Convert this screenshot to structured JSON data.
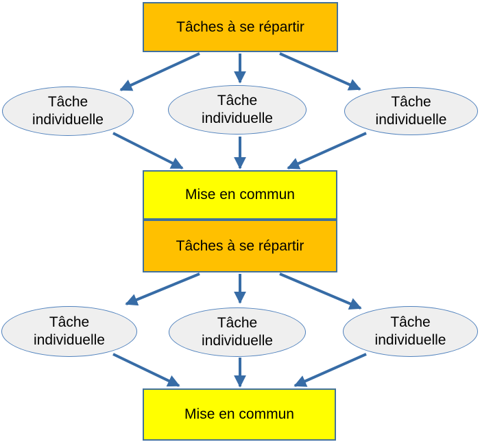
{
  "colors": {
    "box_orange_fill": "#FFC000",
    "box_yellow_fill": "#FFFF00",
    "ellipse_fill": "#EFEFEF",
    "box_border": "#41719C",
    "ellipse_border": "#4F81BD",
    "arrow": "#376CA6",
    "text": "#000000"
  },
  "nodes": {
    "task_split_1": {
      "label": "Tâches à se répartir",
      "shape": "rectangle",
      "fill": "#FFC000"
    },
    "individual_1a": {
      "label": "Tâche individuelle",
      "shape": "ellipse",
      "fill": "#EFEFEF"
    },
    "individual_1b": {
      "label": "Tâche individuelle",
      "shape": "ellipse",
      "fill": "#EFEFEF"
    },
    "individual_1c": {
      "label": "Tâche individuelle",
      "shape": "ellipse",
      "fill": "#EFEFEF"
    },
    "pooling_1": {
      "label": "Mise en commun",
      "shape": "rectangle",
      "fill": "#FFFF00"
    },
    "task_split_2": {
      "label": "Tâches à se répartir",
      "shape": "rectangle",
      "fill": "#FFC000"
    },
    "individual_2a": {
      "label": "Tâche individuelle",
      "shape": "ellipse",
      "fill": "#EFEFEF"
    },
    "individual_2b": {
      "label": "Tâche individuelle",
      "shape": "ellipse",
      "fill": "#EFEFEF"
    },
    "individual_2c": {
      "label": "Tâche individuelle",
      "shape": "ellipse",
      "fill": "#EFEFEF"
    },
    "pooling_2": {
      "label": "Mise en commun",
      "shape": "rectangle",
      "fill": "#FFFF00"
    }
  },
  "edges": [
    {
      "from": "task_split_1",
      "to": "individual_1a"
    },
    {
      "from": "task_split_1",
      "to": "individual_1b"
    },
    {
      "from": "task_split_1",
      "to": "individual_1c"
    },
    {
      "from": "individual_1a",
      "to": "pooling_1"
    },
    {
      "from": "individual_1b",
      "to": "pooling_1"
    },
    {
      "from": "individual_1c",
      "to": "pooling_1"
    },
    {
      "from": "task_split_2",
      "to": "individual_2a"
    },
    {
      "from": "task_split_2",
      "to": "individual_2b"
    },
    {
      "from": "task_split_2",
      "to": "individual_2c"
    },
    {
      "from": "individual_2a",
      "to": "pooling_2"
    },
    {
      "from": "individual_2b",
      "to": "pooling_2"
    },
    {
      "from": "individual_2c",
      "to": "pooling_2"
    }
  ]
}
